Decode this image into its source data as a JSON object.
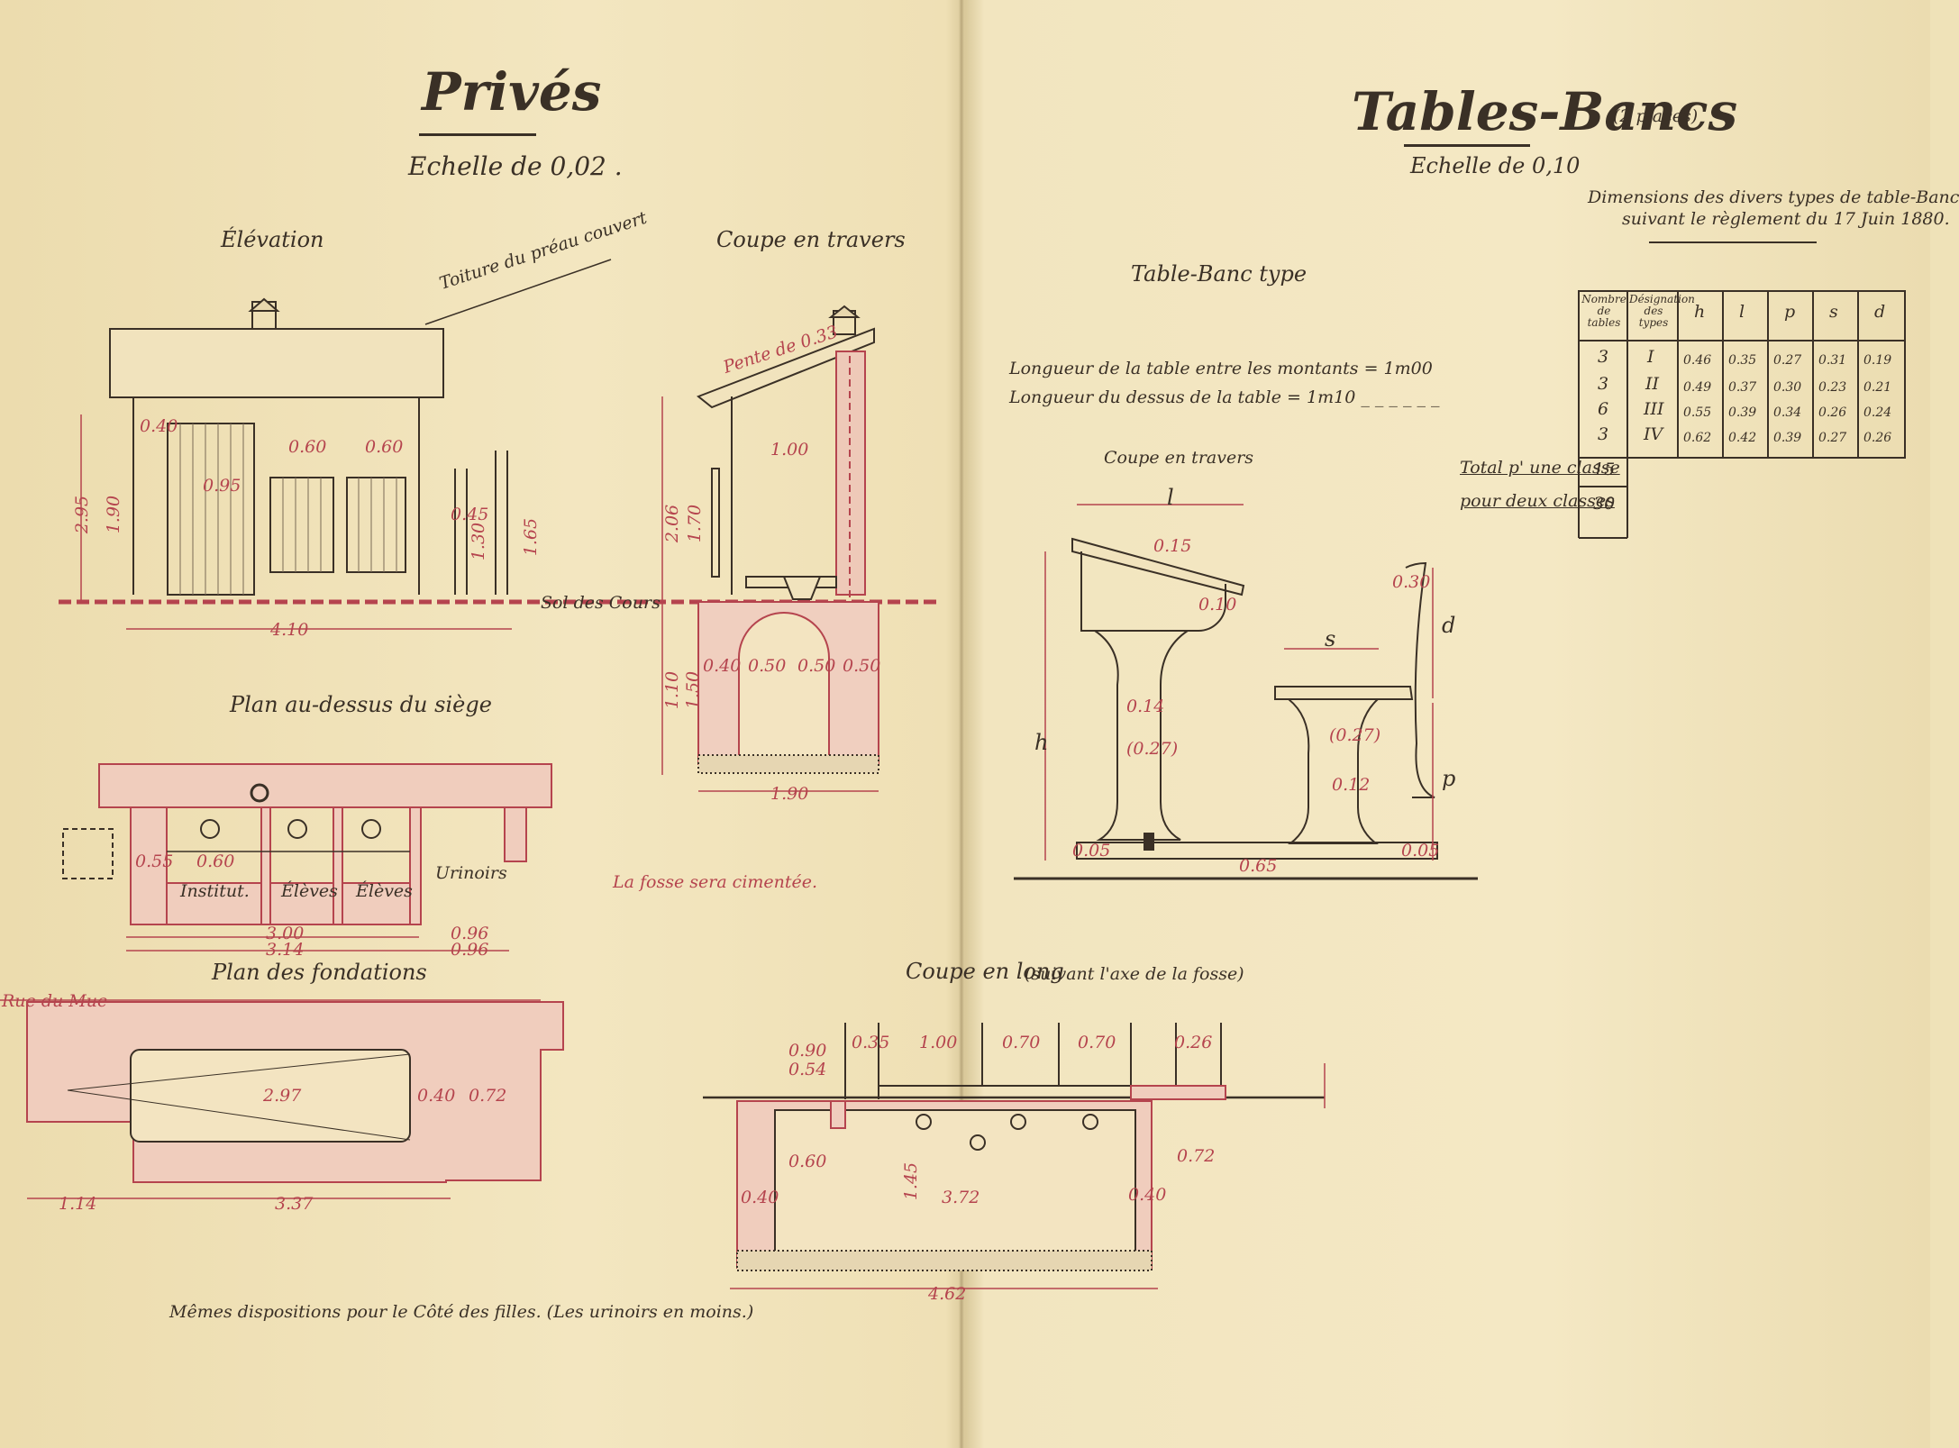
{
  "left": {
    "title": "Privés",
    "scale": "Echelle de 0,02 .",
    "elevation": "Élévation",
    "coupe_travers": "Coupe en travers",
    "plan_siege": "Plan au-dessus du siège",
    "plan_fondations": "Plan des fondations",
    "toiture_note": "Toiture du préau couvert",
    "sol": "Sol des Cours",
    "pente": "Pente de 0.33",
    "fosse_note": "La fosse sera cimentée.",
    "rue": "Rue du Mue",
    "seats": [
      "Institut.",
      "Élèves",
      "Élèves"
    ],
    "urinoirs": "Urinoirs",
    "footer_note": "Mêmes dispositions pour le Côté des filles. (Les urinoirs en moins.)",
    "dims": {
      "elev_total": "4.10",
      "d_295": "2.95",
      "d_190": "1.90",
      "d_165": "1.65",
      "d_130": "1.30",
      "d_095": "0.95",
      "d_060": "0.60",
      "d_040": "0.40",
      "d_050": "0.50",
      "d_100": "1.00",
      "d_045": "0.45",
      "d_206": "2.06",
      "d_170": "1.70",
      "d_150": "1.50",
      "d_110": "1.10",
      "d_297": "2.97",
      "d_337": "3.37",
      "d_114": "1.14",
      "d_072": "0.72",
      "d_300": "3.00",
      "d_314": "3.14",
      "d_096": "0.96",
      "d_055": "0.55"
    }
  },
  "right": {
    "title": "Tables-Bancs",
    "title_note": "(2 places)",
    "scale": "Echelle de 0,10",
    "type_title": "Table-Banc type",
    "length1": "Longueur de la table entre les montants = 1m00",
    "length2": "Longueur du dessus de la table = 1m10 _ _ _ _ _ _",
    "coupe_travers": "Coupe en travers",
    "coupe_long": "Coupe en long",
    "coupe_long_note": "(suivant l'axe de la fosse)",
    "table_title1": "Dimensions des divers types de table-Banc",
    "table_title2": "suivant le règlement du 17 Juin 1880.",
    "letters": {
      "l": "l",
      "h": "h",
      "s": "s",
      "d": "d",
      "p": "p"
    },
    "dims": {
      "d_015": "0.15",
      "d_010": "0.10",
      "d_030": "0.30",
      "d_014": "0.14",
      "d_027": "(0.27)",
      "d_012": "0.12",
      "d_005": "0.05",
      "d_065": "0.65",
      "d_462": "4.62",
      "d_372": "3.72",
      "d_145": "1.45",
      "d_090": "0.90",
      "d_054": "0.54",
      "d_035": "0.35",
      "d_100": "1.00",
      "d_070": "0.70",
      "d_026": "0.26",
      "d_040": "0.40",
      "d_060": "0.60",
      "d_072": "0.72"
    },
    "table": {
      "headers": [
        "Nombre de tables",
        "Désignation des types",
        "h",
        "l",
        "p",
        "s",
        "d"
      ],
      "rows": [
        [
          "3",
          "I",
          "0.46",
          "0.35",
          "0.27",
          "0.31",
          "0.19"
        ],
        [
          "3",
          "II",
          "0.49",
          "0.37",
          "0.30",
          "0.23",
          "0.21"
        ],
        [
          "6",
          "III",
          "0.55",
          "0.39",
          "0.34",
          "0.26",
          "0.24"
        ],
        [
          "3",
          "IV",
          "0.62",
          "0.42",
          "0.39",
          "0.27",
          "0.26"
        ]
      ],
      "total_classe_label": "Total p' une classe",
      "total_classe": "15",
      "total_deux_label": "pour deux classes",
      "total_deux": "30"
    }
  }
}
